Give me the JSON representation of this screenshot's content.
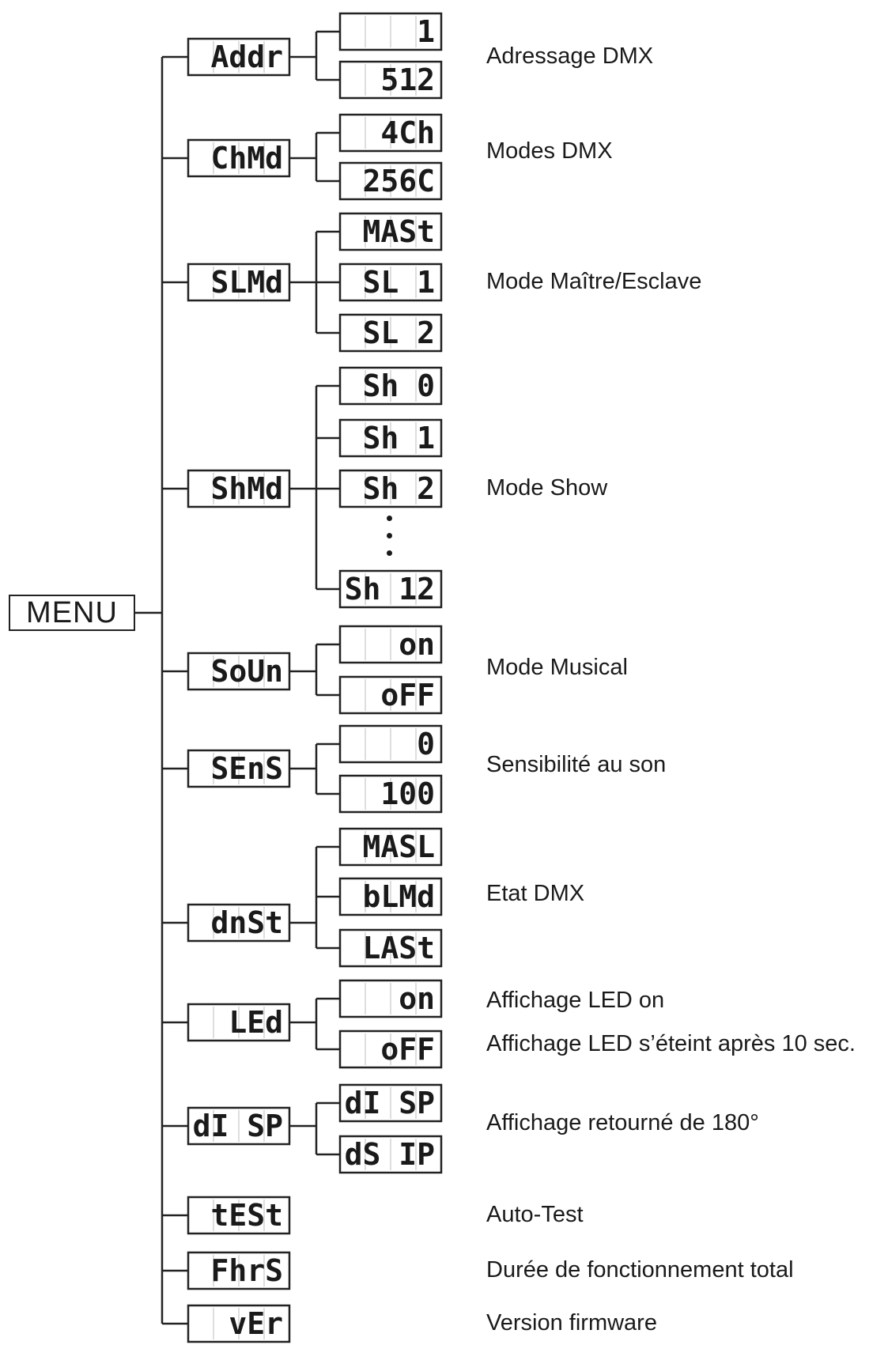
{
  "root": {
    "label": "MENU"
  },
  "ellipsis": "⋮",
  "menus": [
    {
      "code": "Addr",
      "options": [
        "   1",
        " 512"
      ],
      "descriptions": [
        "Adressage DMX"
      ]
    },
    {
      "code": "ChMd",
      "options": [
        "  4Ch",
        "256C"
      ],
      "descriptions": [
        "Modes DMX"
      ]
    },
    {
      "code": "SLMd",
      "options": [
        "MASt",
        "SL  1",
        "SL  2"
      ],
      "descriptions": [
        "Mode Maître/Esclave"
      ]
    },
    {
      "code": "ShMd",
      "options": [
        "Sh  0",
        "Sh  1",
        "Sh  2",
        "Sh 12"
      ],
      "descriptions": [
        "Mode Show"
      ]
    },
    {
      "code": "SoUn",
      "options": [
        " on",
        " oFF"
      ],
      "descriptions": [
        "Mode Musical"
      ]
    },
    {
      "code": "SEnS",
      "options": [
        "   0",
        " 100"
      ],
      "descriptions": [
        "Sensibilité au son"
      ]
    },
    {
      "code": "dnSt",
      "options": [
        "MASL",
        "bLMd",
        "LASt"
      ],
      "descriptions": [
        "Etat DMX"
      ]
    },
    {
      "code": "LEd",
      "options": [
        " on",
        " oFF"
      ],
      "descriptions": [
        "Affichage LED on",
        "Affichage LED s’éteint après 10 sec."
      ]
    },
    {
      "code": "dI SP",
      "options": [
        "dI SP",
        "dS IP"
      ],
      "descriptions": [
        "Affichage retourné de 180°"
      ]
    },
    {
      "code": "tESt",
      "options": [],
      "descriptions": [
        "Auto-Test"
      ]
    },
    {
      "code": "FhrS",
      "options": [],
      "descriptions": [
        "Durée de fonctionnement total"
      ]
    },
    {
      "code": "vEr",
      "options": [],
      "descriptions": [
        "Version firmware"
      ]
    }
  ]
}
